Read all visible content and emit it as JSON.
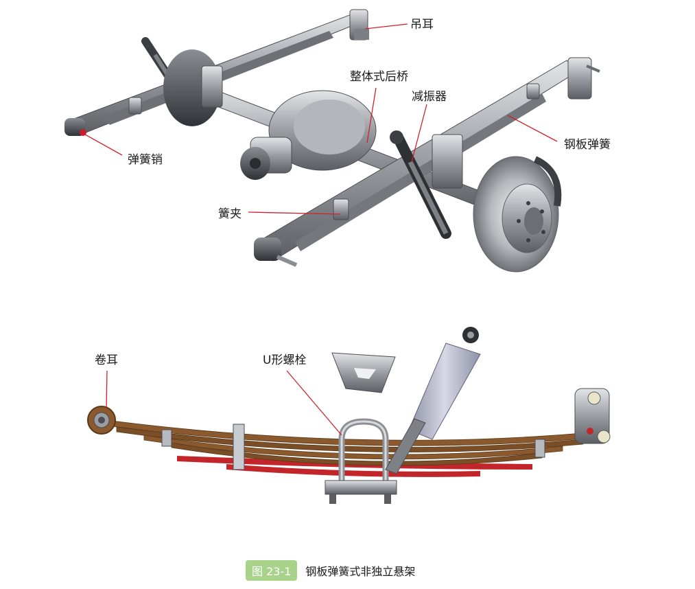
{
  "top_figure": {
    "labels": {
      "lifting_lug": "吊耳",
      "integral_rear_axle": "整体式后桥",
      "shock_absorber": "减振器",
      "leaf_spring": "钢板弹簧",
      "spring_pin": "弹簧销",
      "spring_clip": "簧夹"
    }
  },
  "bottom_figure": {
    "labels": {
      "rolled_eye": "卷耳",
      "u_bolt": "U形螺栓"
    }
  },
  "caption": {
    "number": "图 23-1",
    "title": "钢板弹簧式非独立悬架"
  },
  "colors": {
    "leader_line": "#d2202a",
    "caption_badge": "#a9d28a",
    "spring_leaf": "#8a5a2e",
    "spring_leaf_red": "#c2262b",
    "metal": "#9a9ea3",
    "shock_body": "#b9bccb"
  }
}
